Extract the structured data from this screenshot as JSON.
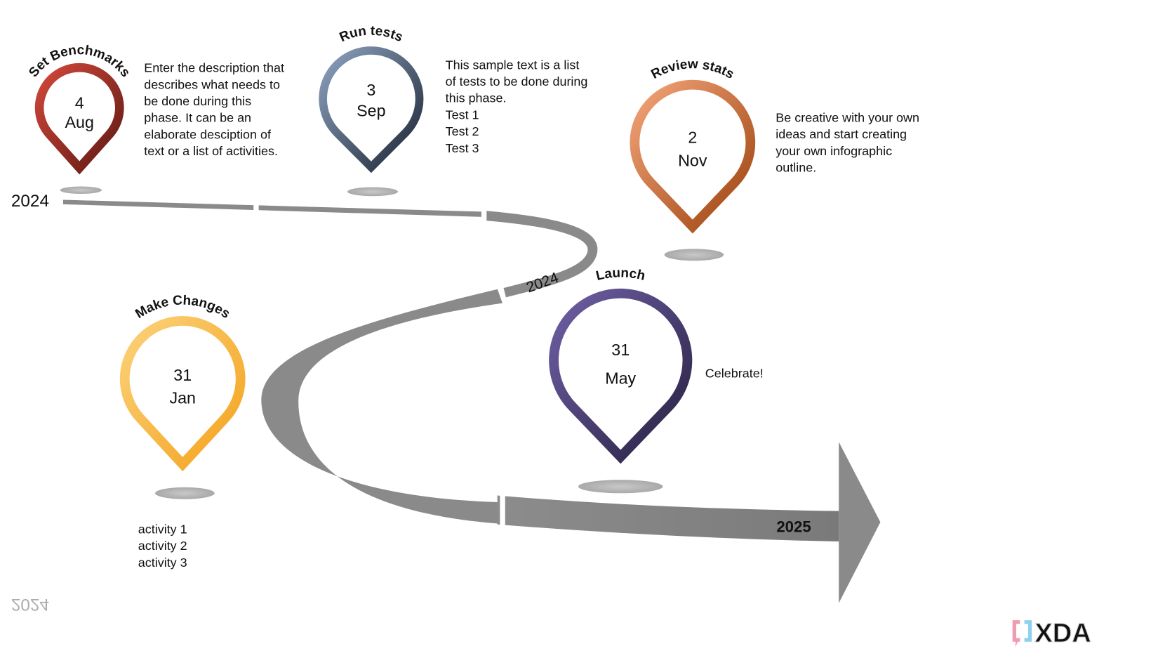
{
  "timeline": {
    "start_year": "2024",
    "mid_year": "2024",
    "end_year": "2025",
    "road_color": "#8a8a8a"
  },
  "pins": [
    {
      "title": "Set Benchmarks",
      "day": "4",
      "month": "Aug",
      "color_light": "#d2473a",
      "color_dark": "#5e1a14",
      "description": [
        "Enter the description that",
        "describes what needs to",
        "be done during this",
        "phase. It can be an",
        "elaborate desciption of",
        "text or a list of activities."
      ]
    },
    {
      "title": "Run tests",
      "day": "3",
      "month": "Sep",
      "color_light": "#8ea3c0",
      "color_dark": "#1c2533",
      "description": [
        "This sample text is a list",
        "of tests to be done during",
        "this phase.",
        "Test 1",
        "Test 2",
        "Test 3"
      ]
    },
    {
      "title": "Review  stats",
      "day": "2",
      "month": "Nov",
      "color_light": "#f4a57a",
      "color_dark": "#9c420e",
      "description": [
        "Be creative with your own",
        "ideas and start creating",
        "your own infographic",
        "outline."
      ]
    },
    {
      "title": "Make Changes",
      "day": "31",
      "month": "Jan",
      "color_light": "#fbd27a",
      "color_dark": "#f4a21c",
      "description": [
        "activity 1",
        "activity 2",
        "activity 3"
      ]
    },
    {
      "title": "Launch",
      "day": "31",
      "month": "May",
      "color_light": "#7060a6",
      "color_dark": "#272040",
      "description": [
        "Celebrate!"
      ]
    }
  ],
  "logo": {
    "text": "XDA"
  }
}
